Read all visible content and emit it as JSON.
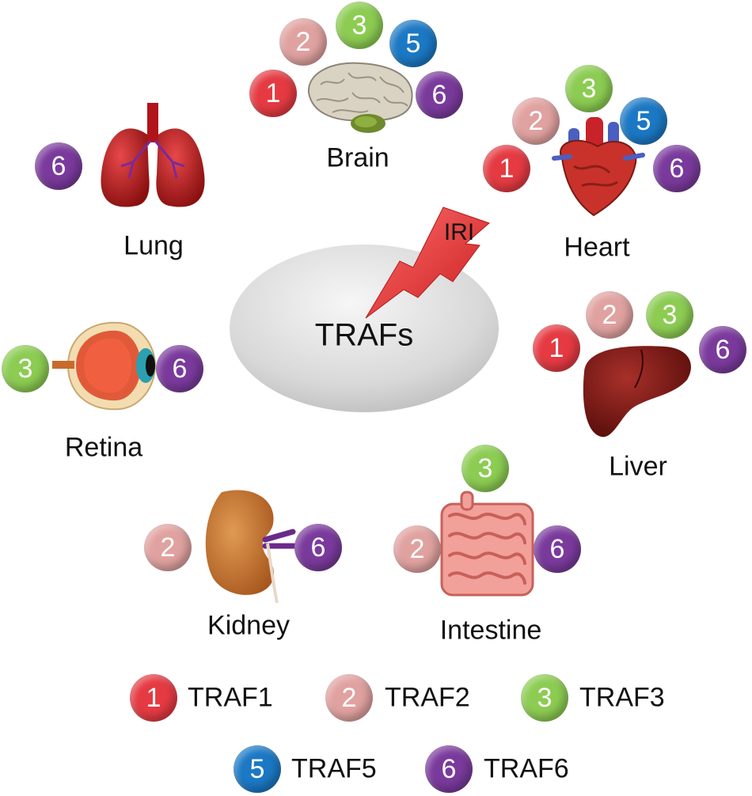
{
  "center": {
    "label": "TRAFs",
    "stimulus": "IRI"
  },
  "traf_colors": {
    "1": "#e53a42",
    "2": "#e0a2a0",
    "3": "#8ccc52",
    "5": "#1b78c4",
    "6": "#7a3a9c"
  },
  "organs": [
    {
      "id": "brain",
      "label": "Brain",
      "icon": "brain-icon",
      "trafs": [
        "1",
        "2",
        "3",
        "5",
        "6"
      ]
    },
    {
      "id": "heart",
      "label": "Heart",
      "icon": "heart-icon",
      "trafs": [
        "1",
        "2",
        "3",
        "5",
        "6"
      ]
    },
    {
      "id": "lung",
      "label": "Lung",
      "icon": "lung-icon",
      "trafs": [
        "6"
      ]
    },
    {
      "id": "liver",
      "label": "Liver",
      "icon": "liver-icon",
      "trafs": [
        "1",
        "2",
        "3",
        "6"
      ]
    },
    {
      "id": "retina",
      "label": "Retina",
      "icon": "eye-icon",
      "trafs": [
        "3",
        "6"
      ]
    },
    {
      "id": "kidney",
      "label": "Kidney",
      "icon": "kidney-icon",
      "trafs": [
        "2",
        "6"
      ]
    },
    {
      "id": "intestine",
      "label": "Intestine",
      "icon": "intestine-icon",
      "trafs": [
        "2",
        "3",
        "6"
      ]
    }
  ],
  "legend": [
    {
      "num": "1",
      "label": "TRAF1"
    },
    {
      "num": "2",
      "label": "TRAF2"
    },
    {
      "num": "3",
      "label": "TRAF3"
    },
    {
      "num": "5",
      "label": "TRAF5"
    },
    {
      "num": "6",
      "label": "TRAF6"
    }
  ]
}
